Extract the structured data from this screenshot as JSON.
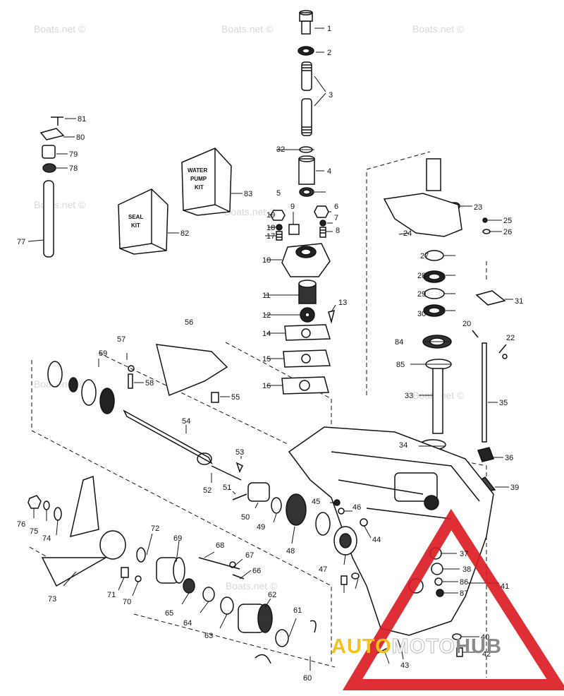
{
  "watermark": "Boats.net ©",
  "logo": {
    "part1": "AUTO",
    "part2": "MOTO",
    "part3": "HUB"
  },
  "kits": {
    "water_pump": [
      "WATER",
      "PUMP",
      "KIT"
    ],
    "seal": [
      "SEAL",
      "KIT"
    ]
  },
  "part_numbers": [
    "1",
    "2",
    "3",
    "32",
    "4",
    "5",
    "6",
    "7",
    "8",
    "9",
    "19",
    "18",
    "17",
    "10",
    "11",
    "12",
    "13",
    "14",
    "15",
    "16",
    "81",
    "80",
    "79",
    "78",
    "77",
    "83",
    "82",
    "23",
    "25",
    "24",
    "26",
    "27",
    "28",
    "29",
    "30",
    "31",
    "20",
    "22",
    "84",
    "85",
    "33",
    "35",
    "34",
    "36",
    "39",
    "56",
    "57",
    "58",
    "59",
    "55",
    "54",
    "53",
    "52",
    "51",
    "50",
    "49",
    "45",
    "46",
    "48",
    "47",
    "44",
    "76",
    "75",
    "74",
    "72",
    "69",
    "68",
    "67",
    "66",
    "73",
    "71",
    "70",
    "65",
    "64",
    "63",
    "62",
    "61",
    "60",
    "37",
    "38",
    "86",
    "87",
    "41",
    "40",
    "42",
    "43"
  ]
}
